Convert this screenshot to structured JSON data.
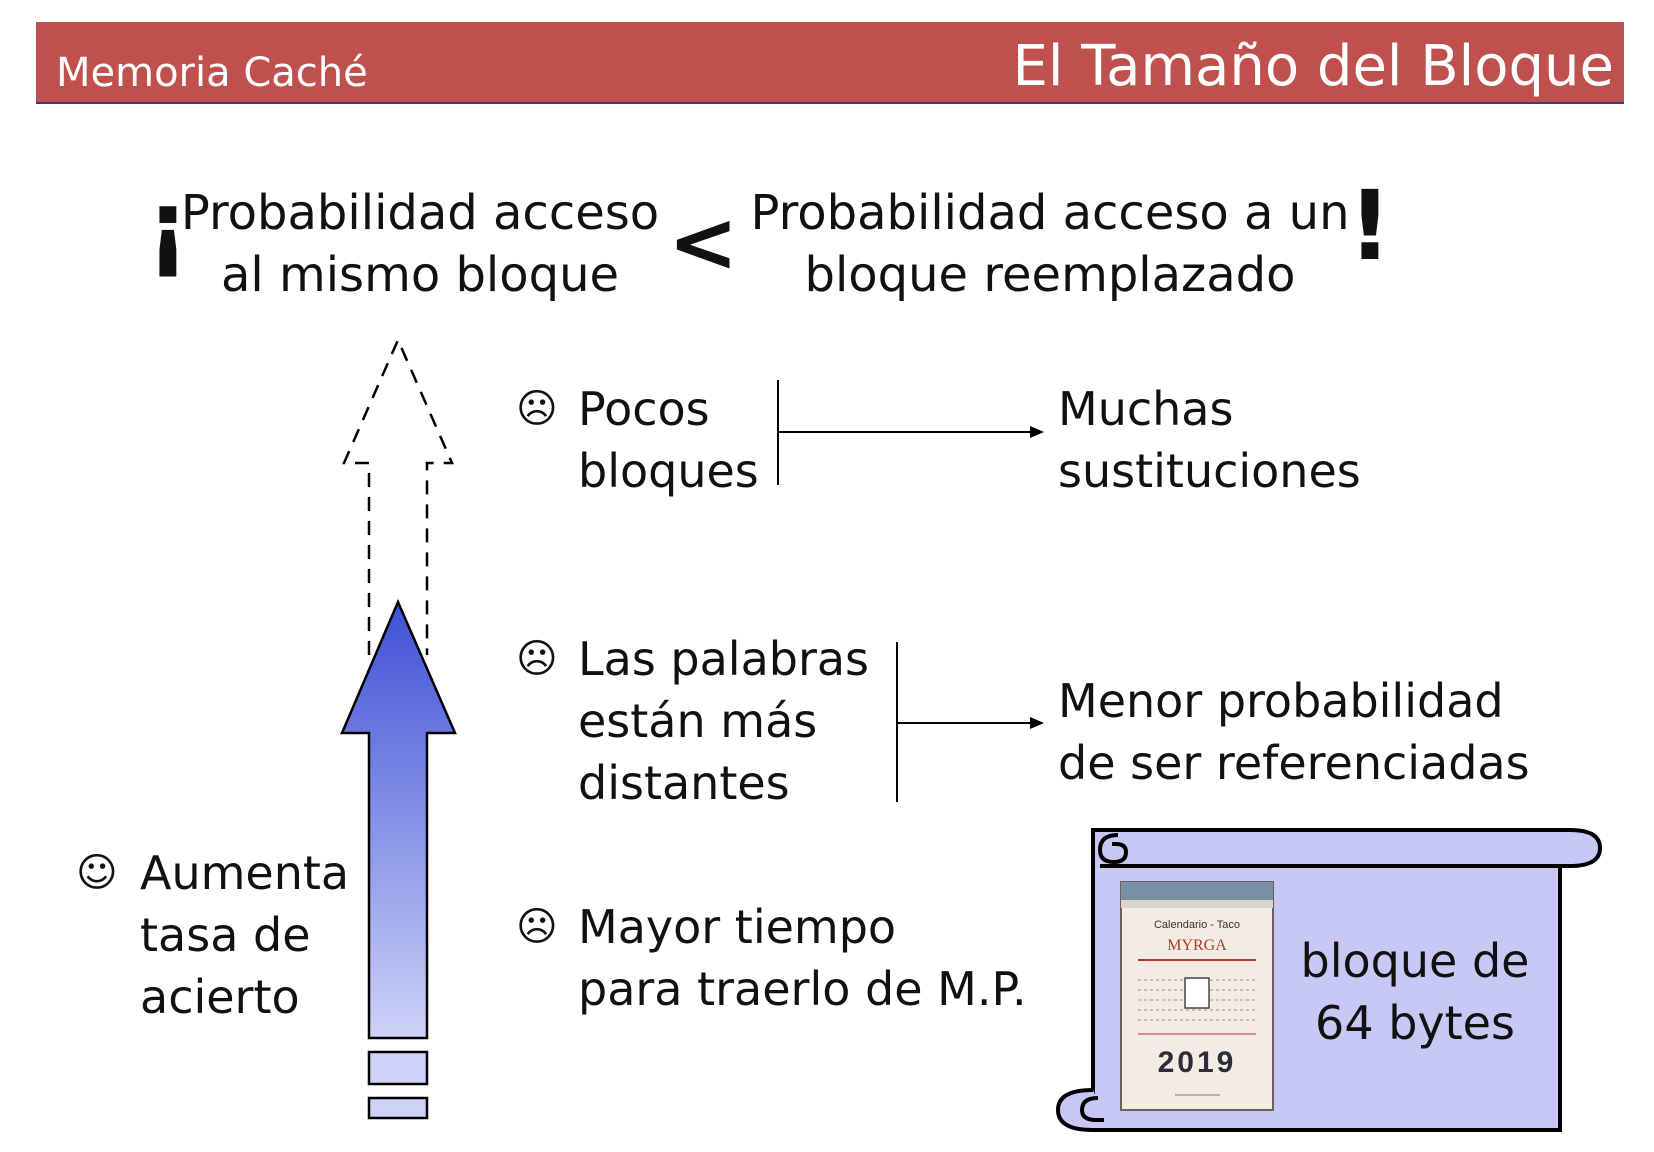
{
  "header": {
    "section": "Memoria Caché",
    "title": "El Tamaño del Bloque"
  },
  "inequality": {
    "open_mark": "¡",
    "left_line1": "Probabilidad acceso",
    "left_line2": "al mismo bloque",
    "operator": "<",
    "right_line1": "Probabilidad acceso a un",
    "right_line2": "bloque reemplazado",
    "close_mark": "!"
  },
  "effects": [
    {
      "face": "☹",
      "lines": [
        "Pocos",
        "bloques"
      ],
      "result": [
        "Muchas",
        "sustituciones"
      ]
    },
    {
      "face": "☹",
      "lines": [
        "Las palabras",
        "están más",
        "distantes"
      ],
      "result": [
        "Menor probabilidad",
        "de ser referenciadas"
      ]
    },
    {
      "face": "☹",
      "lines": [
        "Mayor tiempo",
        "para traerlo de M.P."
      ]
    }
  ],
  "benefit": {
    "face": "☺",
    "lines": [
      "Aumenta",
      "tasa de",
      "acierto"
    ]
  },
  "scroll": {
    "lines": [
      "bloque de",
      "64 bytes"
    ],
    "calendar": {
      "header": "Calendario - Taco",
      "brand": "MYRGA",
      "year": "2019"
    }
  },
  "colors": {
    "header_bg": "#c0504d",
    "arrow_top": "#3f51d6",
    "arrow_bottom": "#cdd2f7",
    "scroll_fill": "#c8c8f5"
  }
}
